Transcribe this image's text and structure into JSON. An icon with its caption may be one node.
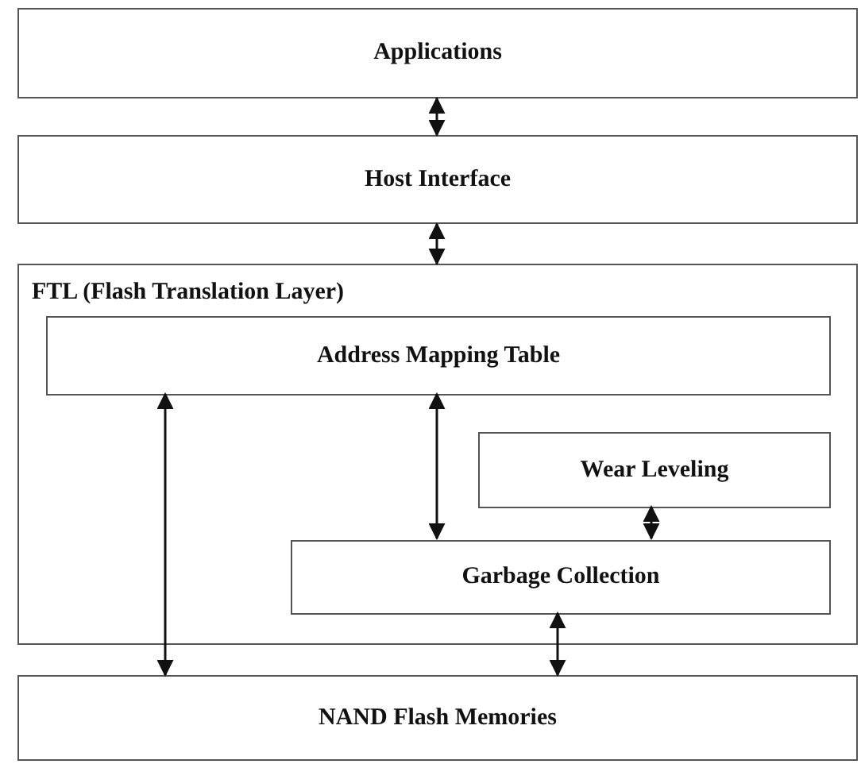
{
  "diagram": {
    "nodes": [
      {
        "text": [
          "Applications"
        ]
      },
      {
        "text": [
          "Host Interface"
        ]
      },
      {
        "text": [
          "FTL (Flash Translation Layer)"
        ]
      },
      {
        "text": [
          "Address Mapping Table"
        ],
        "in": 2
      },
      {
        "text": [
          "Wear Leveling"
        ],
        "in": 2
      },
      {
        "text": [
          "Garbage Collection"
        ],
        "in": 2
      },
      {
        "text": [
          "NAND Flash Memories"
        ]
      }
    ],
    "edges": [
      {
        "from": 0,
        "to": 1,
        "arrow": "both"
      },
      {
        "from": 1,
        "to": 2,
        "arrow": "both"
      },
      {
        "from": 3,
        "to": 6,
        "arrow": "both"
      },
      {
        "from": 3,
        "to": 5,
        "arrow": "both"
      },
      {
        "from": 4,
        "to": 5,
        "arrow": "both"
      },
      {
        "from": 5,
        "to": 6,
        "arrow": "both"
      }
    ]
  }
}
